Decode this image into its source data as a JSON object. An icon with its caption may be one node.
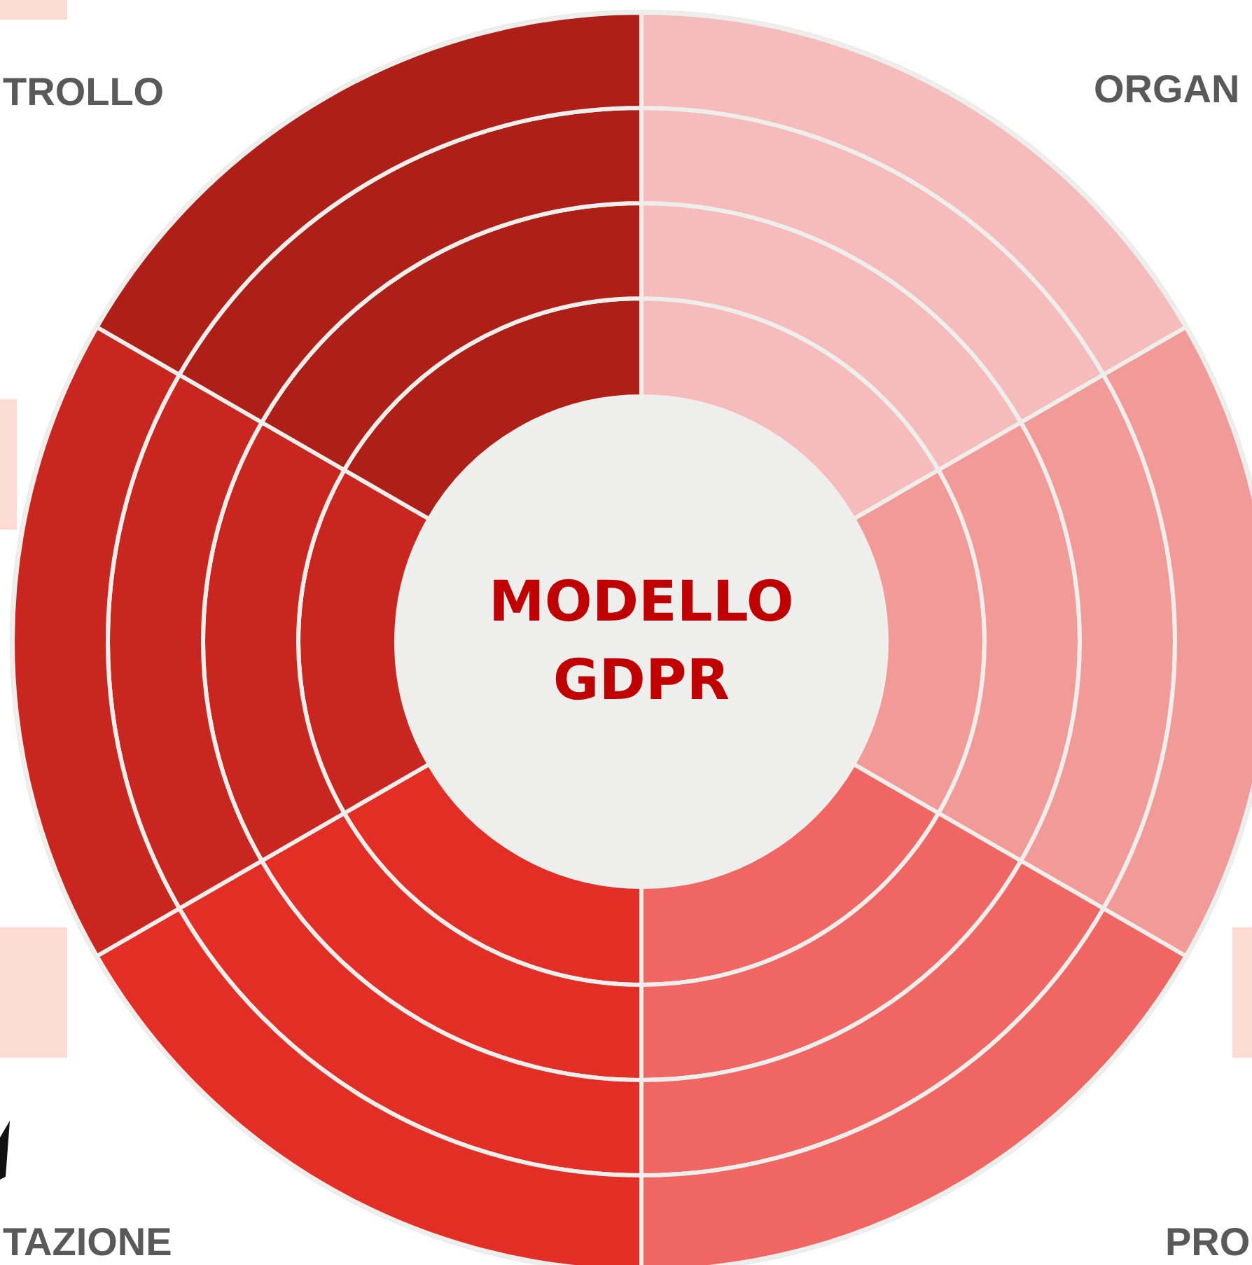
{
  "diagram": {
    "nodes": [
      {
        "text": [
          "MODELLO GDPR"
        ]
      }
    ],
    "labels": [
      "TROLLO",
      "ORGAN",
      "TAZIONE",
      "PRO"
    ]
  }
}
